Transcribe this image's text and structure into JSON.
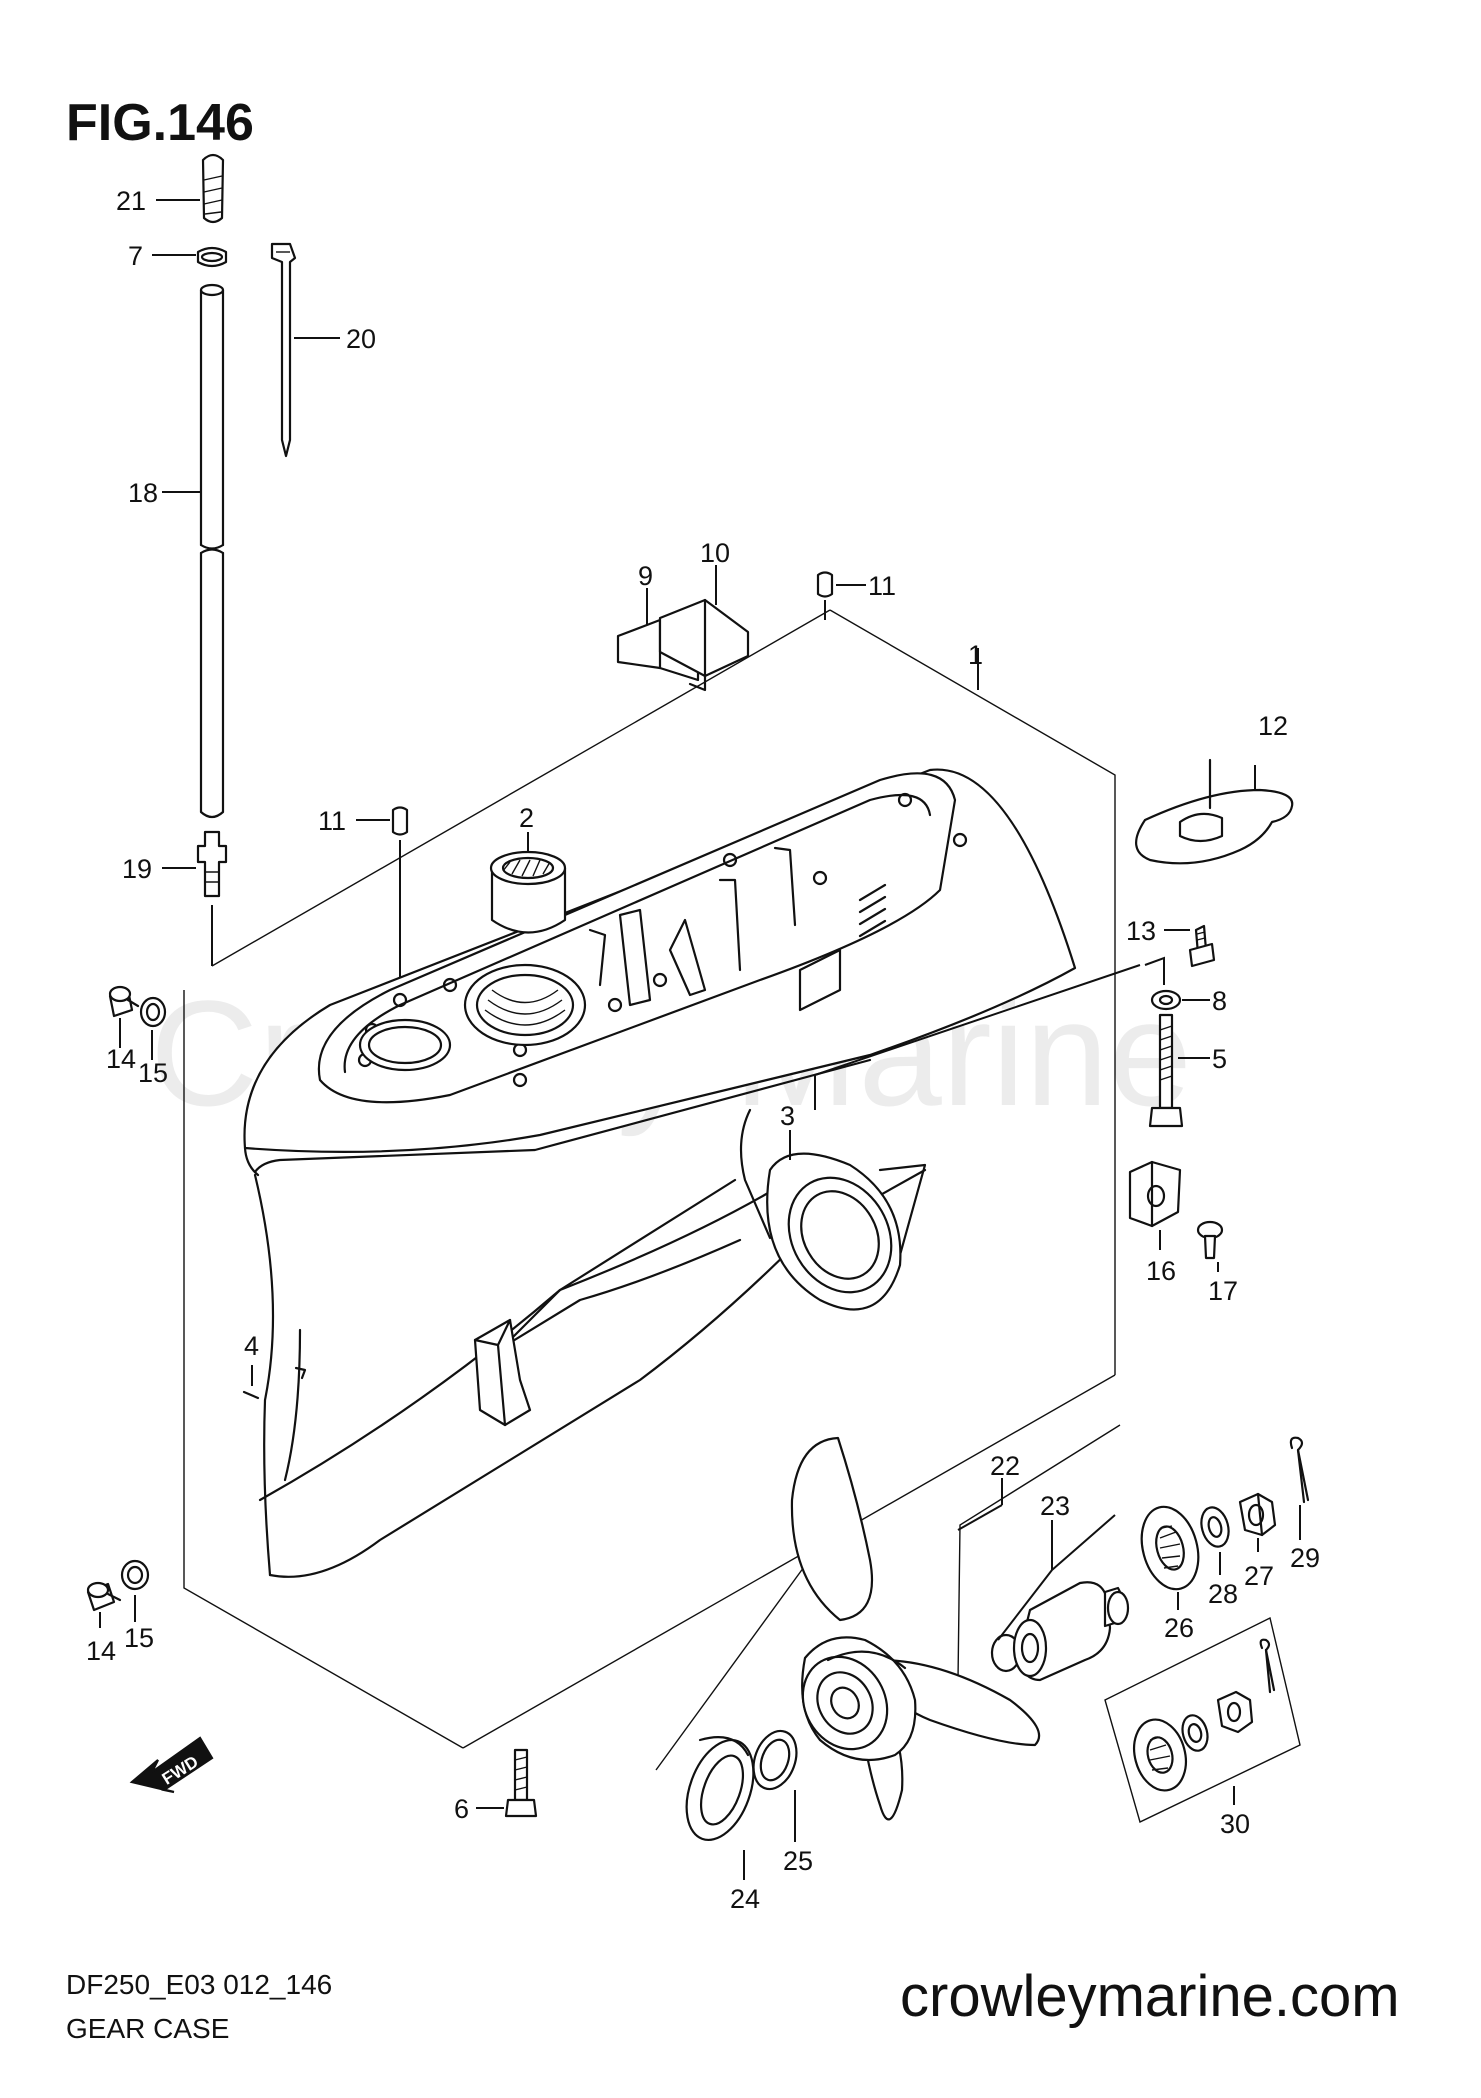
{
  "figure": {
    "title": "FIG.146",
    "watermark": "Crowley Marine",
    "model_code": "DF250_E03 012_146",
    "section_name": "GEAR CASE",
    "website": "crowleymarine.com",
    "fwd_label": "FWD"
  },
  "callouts": {
    "c1": "1",
    "c2": "2",
    "c3": "3",
    "c4": "4",
    "c5": "5",
    "c6": "6",
    "c7": "7",
    "c8": "8",
    "c9": "9",
    "c10": "10",
    "c11a": "11",
    "c11b": "11",
    "c12": "12",
    "c13": "13",
    "c14a": "14",
    "c14b": "14",
    "c15a": "15",
    "c15b": "15",
    "c16": "16",
    "c17": "17",
    "c18": "18",
    "c19": "19",
    "c20": "20",
    "c21": "21",
    "c22": "22",
    "c23": "23",
    "c24": "24",
    "c25": "25",
    "c26": "26",
    "c27": "27",
    "c28": "28",
    "c29": "29",
    "c30": "30"
  },
  "colors": {
    "ink": "#111111",
    "watermark": "#d6d6d6",
    "background": "#ffffff"
  }
}
